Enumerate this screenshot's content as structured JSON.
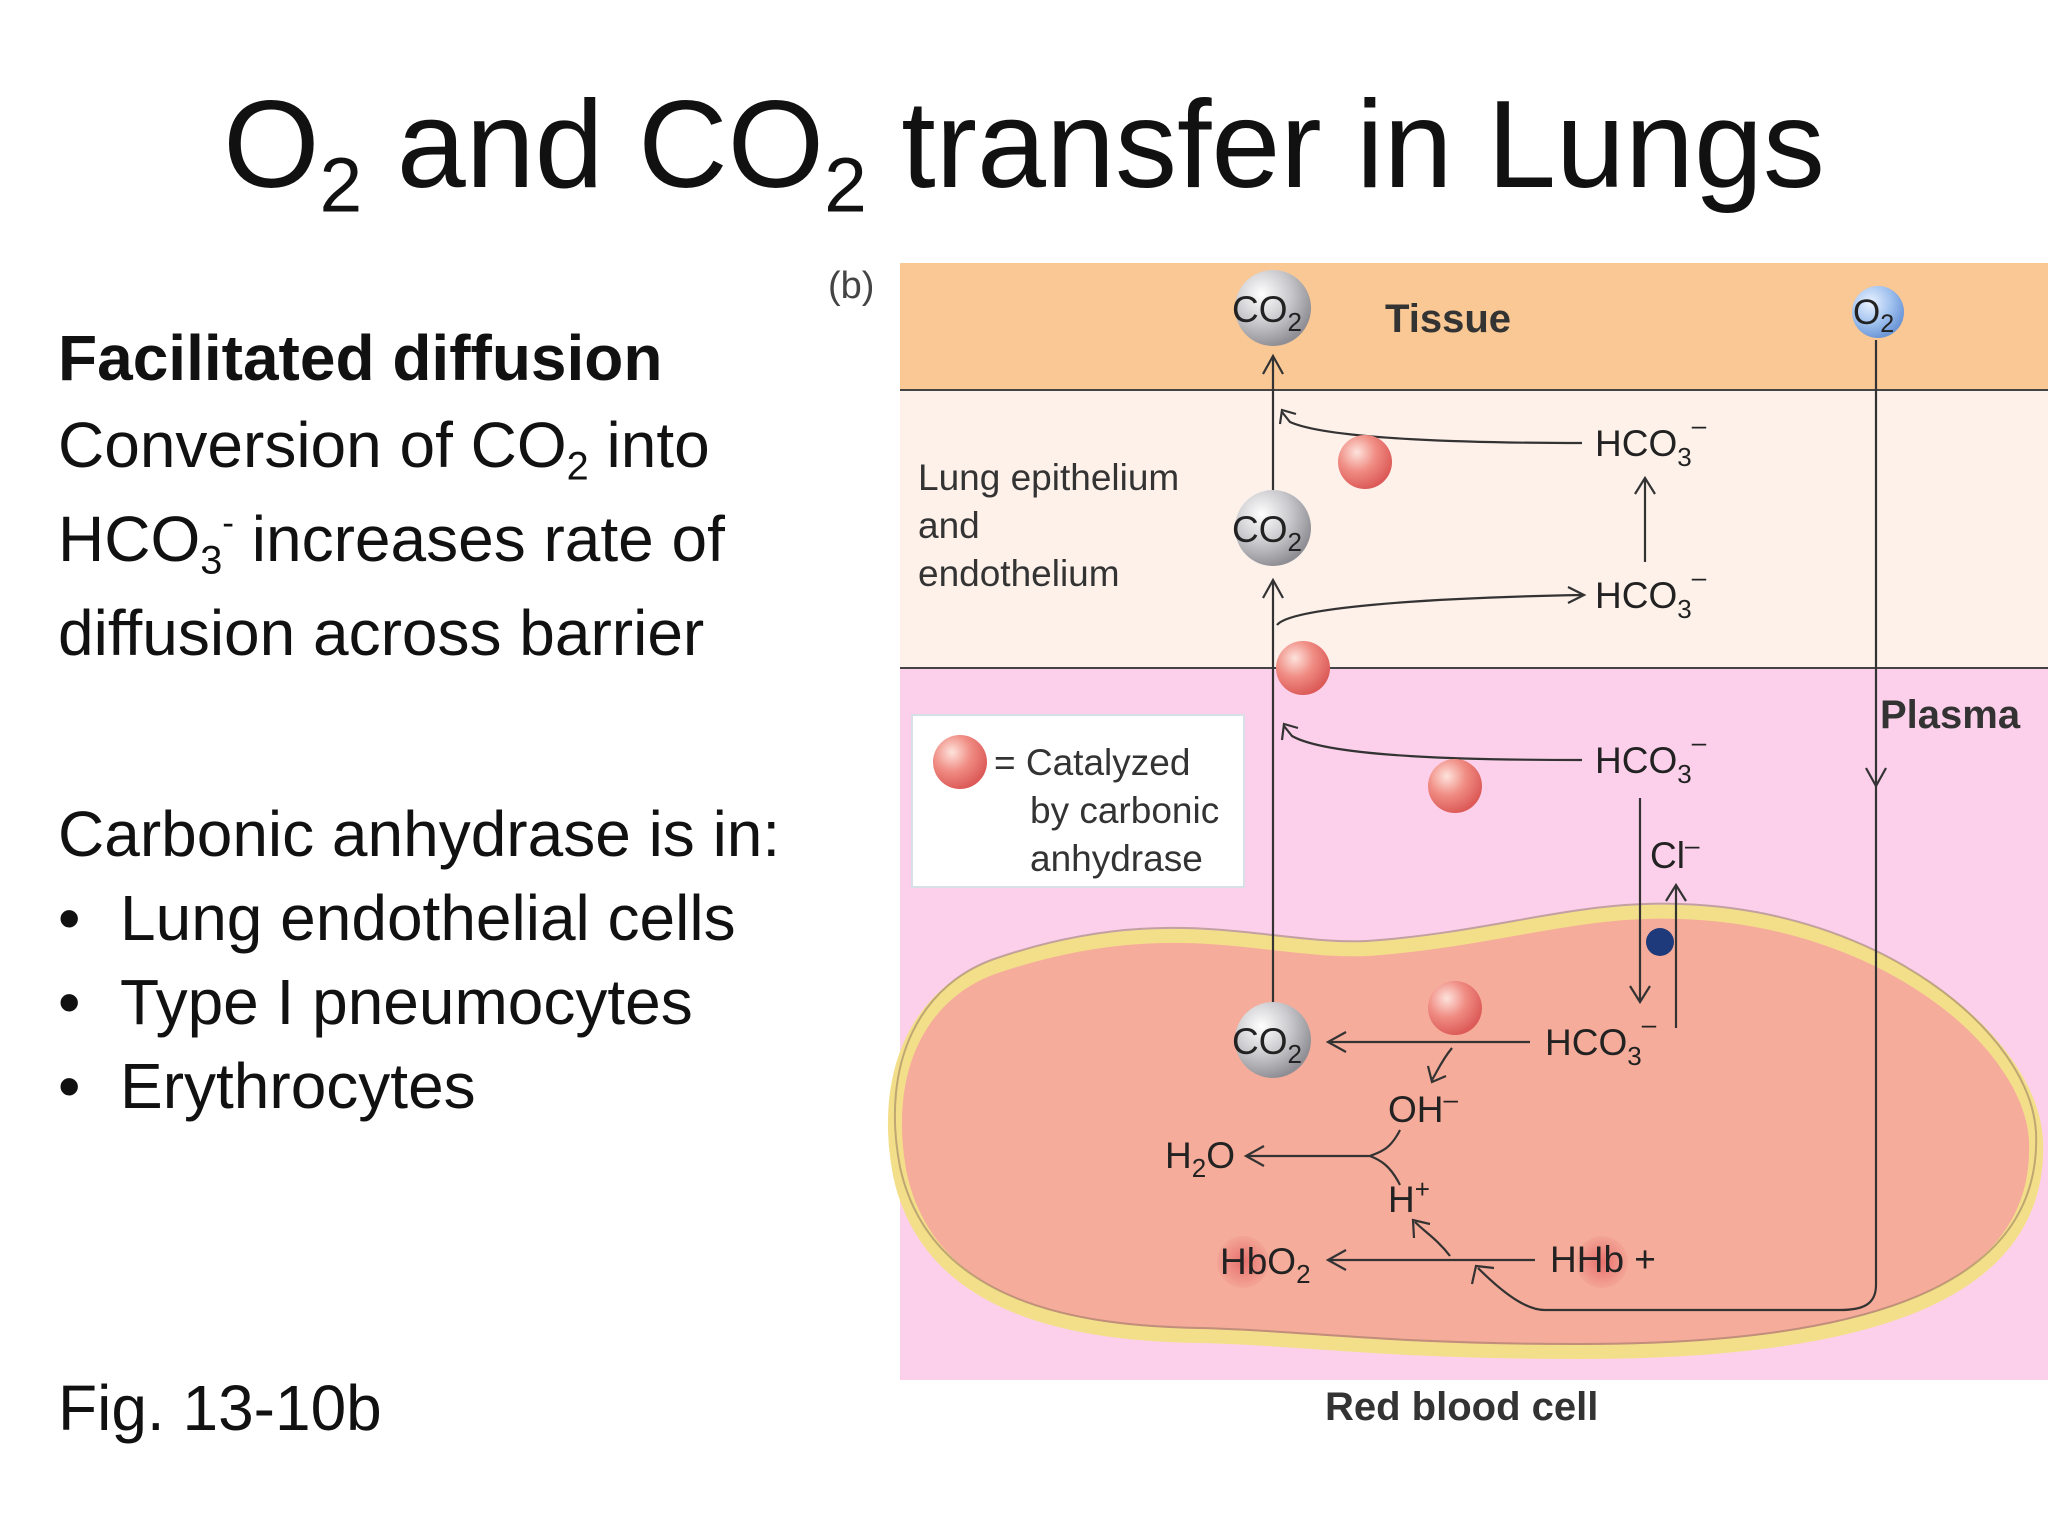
{
  "title": {
    "o": "O",
    "sub1": "2",
    "and": " and CO",
    "sub2": "2",
    "rest": " transfer in Lungs"
  },
  "left": {
    "heading": "Facilitated diffusion",
    "body": {
      "l1a": "Conversion of CO",
      "l1sub": "2",
      "l1b": " into",
      "l2a": "HCO",
      "l2sub": "3",
      "l2sup": "-",
      "l2b": "  increases rate of",
      "l3": "diffusion across barrier"
    },
    "ca_heading": "Carbonic anhydrase is in:",
    "ca_items": [
      "Lung endothelial cells",
      "Type I pneumocytes",
      "Erythrocytes"
    ],
    "fig_label": "Fig. 13-10b"
  },
  "diagram": {
    "panel_label": "(b)",
    "regions": {
      "tissue": "Tissue",
      "epithelium": [
        "Lung epithelium",
        "and",
        "endothelium"
      ],
      "plasma": "Plasma",
      "rbc": "Red blood cell"
    },
    "legend": {
      "eq": "= Catalyzed",
      "l2": "by carbonic",
      "l3": "anhydrase"
    },
    "molecules": {
      "co2": "CO",
      "co2_sub": "2",
      "o2": "O",
      "o2_sub": "2",
      "hco3": "HCO",
      "hco3_sub": "3",
      "hco3_sup": "–",
      "cl": "Cl",
      "cl_sup": "–",
      "oh": "OH",
      "oh_sup": "–",
      "h2o_a": "H",
      "h2o_sub": "2",
      "h2o_b": "O",
      "h": "H",
      "h_sup": "+",
      "hbo2": "HbO",
      "hbo2_sub": "2",
      "hhb": "HHb +"
    },
    "colors": {
      "tissue": "#f9c894",
      "epithelium": "#fdf1ea",
      "plasma": "#fcd0ea",
      "rbc_interior": "#f6ac9a",
      "rbc_membrane": "#f5e39a",
      "enzyme": "#ea6f6a",
      "molecule_gray": "#b8b8bc",
      "o2": "#8fb4e8",
      "transporter": "#1f3a7a"
    }
  }
}
